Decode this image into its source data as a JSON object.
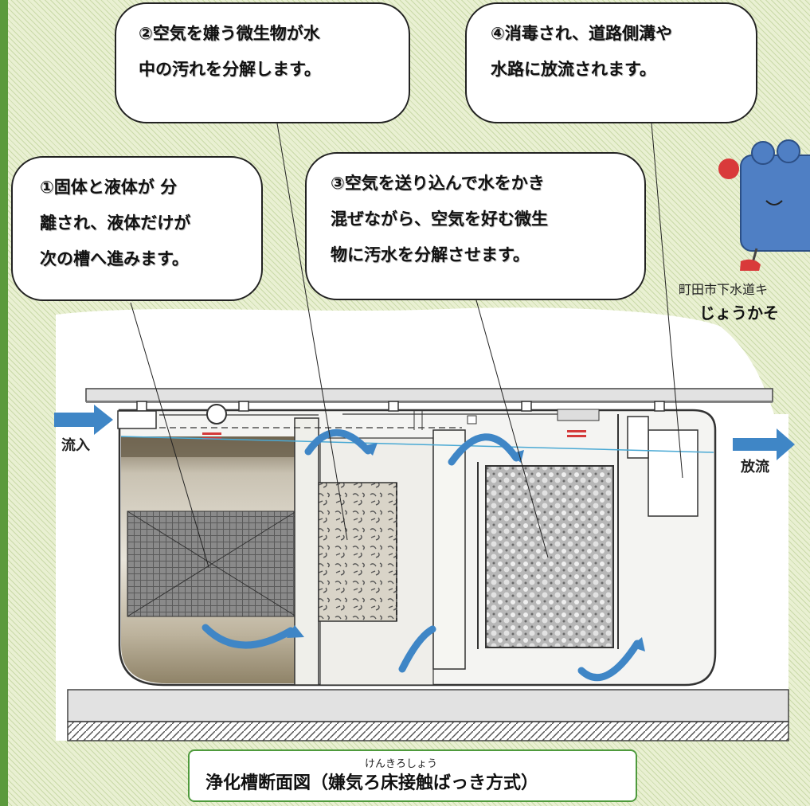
{
  "callouts": {
    "c1": [
      "①固体と液体が 分",
      "離され、液体だけが",
      "次の槽へ進みます。"
    ],
    "c2": [
      "②空気を嫌う微生物が水",
      "中の汚れを分解します。"
    ],
    "c3": [
      "③空気を送り込んで水をかき",
      "混ぜながら、空気を好む微生",
      "物に汚水を分解させます。"
    ],
    "c4": [
      "④消毒され、道路側溝や",
      "水路に放流されます。"
    ]
  },
  "mascot": {
    "label": "町田市下水道キ",
    "name": "じょうかそ"
  },
  "labels": {
    "inflow": "流入",
    "outflow": "放流"
  },
  "caption": {
    "ruby": "けんきろしょう",
    "text": "浄化槽断面図（嫌気ろ床接触ばっき方式）"
  },
  "colors": {
    "water": "#4aa9d4",
    "arrow": "#3f86c6",
    "frame_green": "#4e9a3c"
  }
}
